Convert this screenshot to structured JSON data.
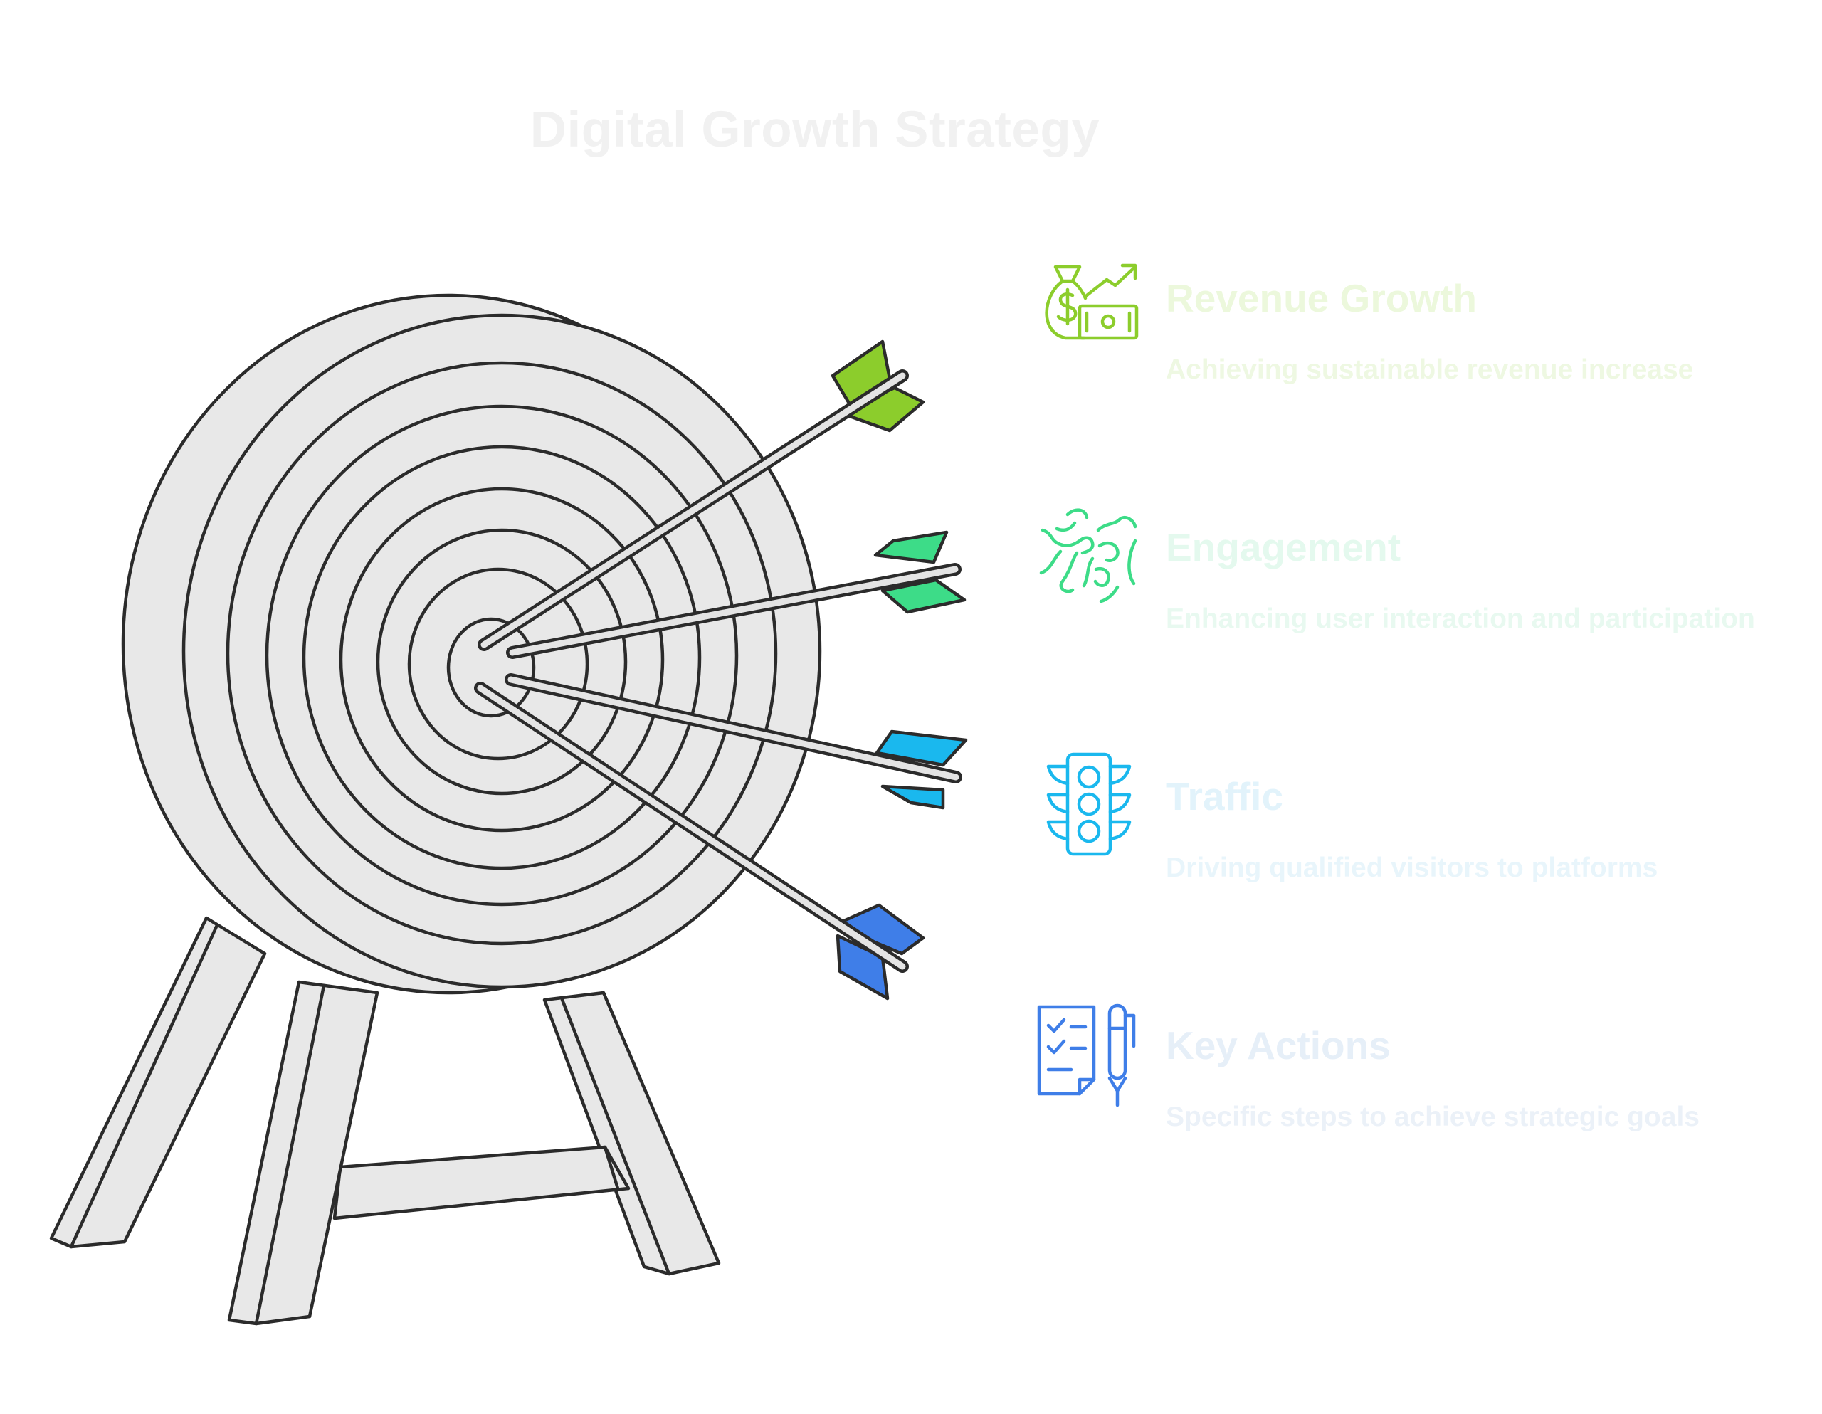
{
  "title": "Digital Growth Strategy",
  "colors": {
    "outline": "#2b2b2b",
    "target_fill": "#e8e8e8",
    "revenue": "#8ccd2c",
    "engagement": "#3ddc88",
    "traffic": "#1ab8ee",
    "key_actions": "#3f7ee8"
  },
  "items": [
    {
      "label": "Revenue Growth",
      "description": "Achieving sustainable revenue increase",
      "icon": "money-bag-growth-icon",
      "label_color": "#ecf8dc",
      "desc_color": "#eef8e2",
      "icon_color": "#8ccd2c"
    },
    {
      "label": "Engagement",
      "description": "Enhancing user interaction and participation",
      "icon": "fist-bump-icon",
      "label_color": "#e4f9ee",
      "desc_color": "#e8f9f0",
      "icon_color": "#3ddc88"
    },
    {
      "label": "Traffic",
      "description": "Driving qualified visitors to platforms",
      "icon": "traffic-light-icon",
      "label_color": "#e2f3fb",
      "desc_color": "#e8f5fb",
      "icon_color": "#1ab8ee"
    },
    {
      "label": "Key Actions",
      "description": "Specific steps to achieve strategic goals",
      "icon": "checklist-pen-icon",
      "label_color": "#e6eff8",
      "desc_color": "#ebf1f8",
      "icon_color": "#3f7ee8"
    }
  ]
}
